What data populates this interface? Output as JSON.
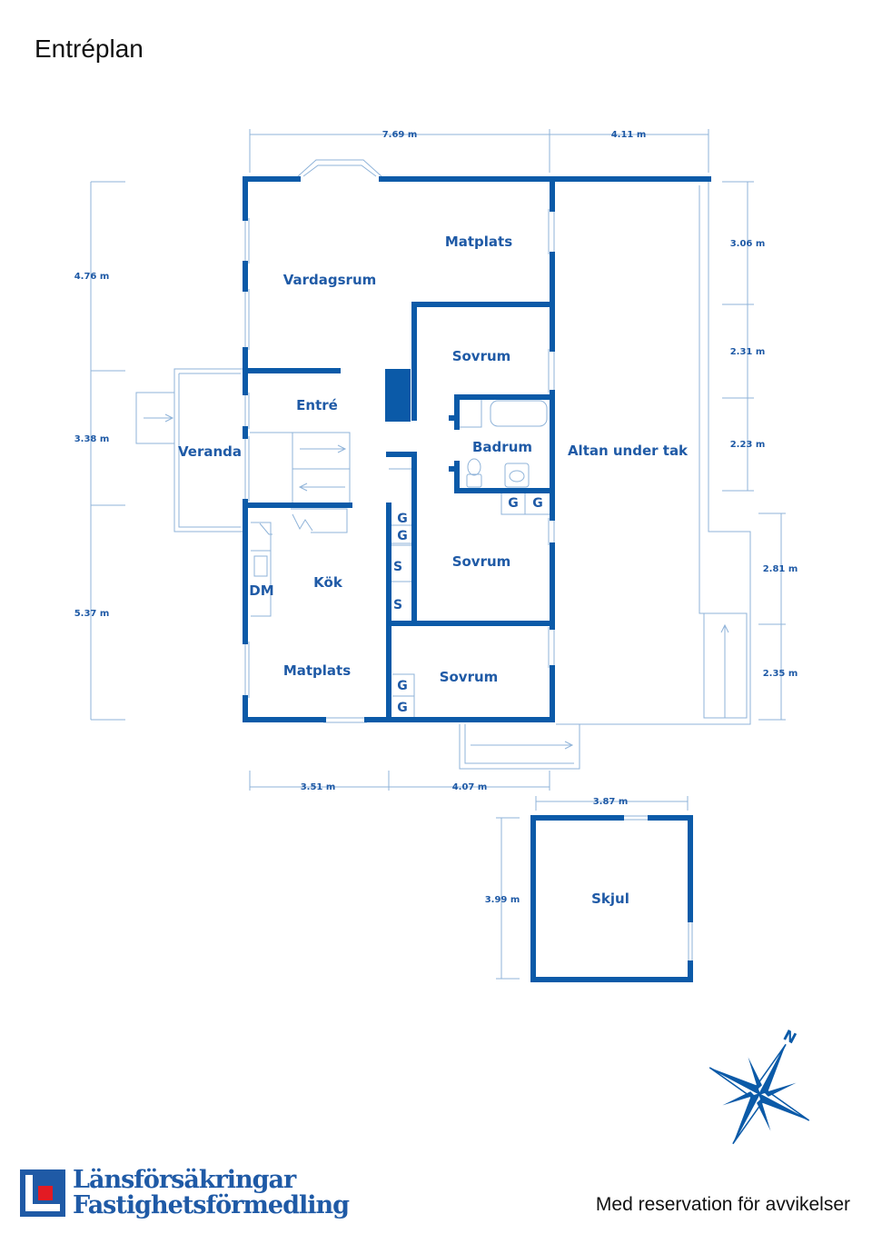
{
  "title": "Entréplan",
  "disclaimer": "Med reservation för avvikelser",
  "brand": {
    "line1": "Länsförsäkringar",
    "line2": "Fastighetsförmedling"
  },
  "colors": {
    "wall": "#0b5aa8",
    "label": "#1f5aa6",
    "thin": "#8fb3d9"
  },
  "rooms": {
    "matplats_top": "Matplats",
    "vardagsrum": "Vardagsrum",
    "sovrum_1": "Sovrum",
    "entre": "Entré",
    "badrum": "Badrum",
    "veranda": "Veranda",
    "altan": "Altan under tak",
    "sovrum_2": "Sovrum",
    "kok": "Kök",
    "dm": "DM",
    "matplats_bottom": "Matplats",
    "sovrum_3": "Sovrum",
    "skjul": "Skjul"
  },
  "storage": {
    "g": "G",
    "s": "S"
  },
  "dimensions": {
    "top_1": "7.69 m",
    "top_2": "4.11 m",
    "left_1": "4.76 m",
    "left_2": "3.38 m",
    "left_3": "5.37 m",
    "right_1": "3.06 m",
    "right_2": "2.31 m",
    "right_3": "2.23 m",
    "right_4": "2.81 m",
    "right_5": "2.35 m",
    "bottom_1": "3.51 m",
    "bottom_2": "4.07 m",
    "skjul_w": "3.87 m",
    "skjul_h": "3.99 m"
  },
  "compass": {
    "north": "N",
    "icon": "compass-rose-icon"
  }
}
